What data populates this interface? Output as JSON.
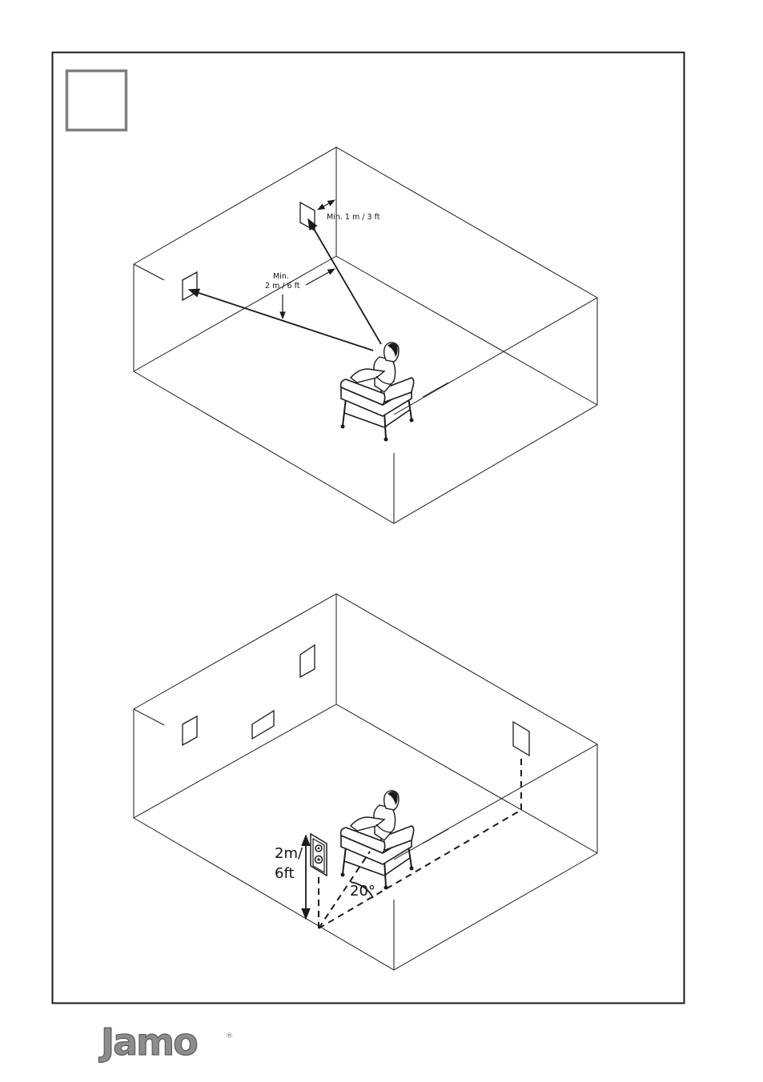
{
  "diagram_top": {
    "label_wall_distance": "Min. 1 m / 3 ft",
    "label_listener_distance_line1": "Min.",
    "label_listener_distance_line2": "2 m / 6 ft"
  },
  "diagram_bottom": {
    "label_height_line1": "2m/",
    "label_height_line2": "6ft",
    "label_angle": "20°"
  },
  "footer": {
    "brand_logo_text": "Jamo",
    "brand_mark": "®"
  },
  "colors": {
    "line": "#1a1a1a",
    "frame": "#1a1a1a",
    "step_box": "#7f7f7f",
    "logo": "#8c8c8c"
  }
}
